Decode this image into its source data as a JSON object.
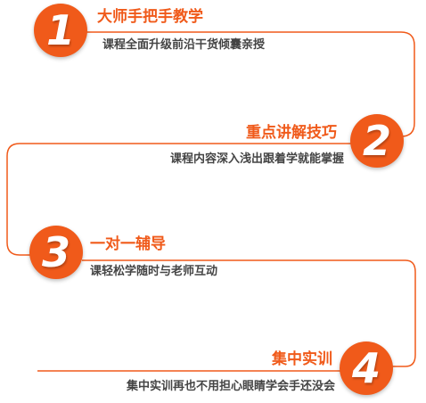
{
  "accent_color": "#f05a1a",
  "steps": [
    {
      "number": "1",
      "title": "大师手把手教学",
      "desc": "课程全面升级前沿干货倾囊亲授"
    },
    {
      "number": "2",
      "title": "重点讲解技巧",
      "desc": "课程内容深入浅出跟着学就能掌握"
    },
    {
      "number": "3",
      "title": "一对一辅导",
      "desc": "课轻松学随时与老师互动"
    },
    {
      "number": "4",
      "title": "集中实训",
      "desc": "集中实训再也不用担心眼睛学会手还没会"
    }
  ]
}
